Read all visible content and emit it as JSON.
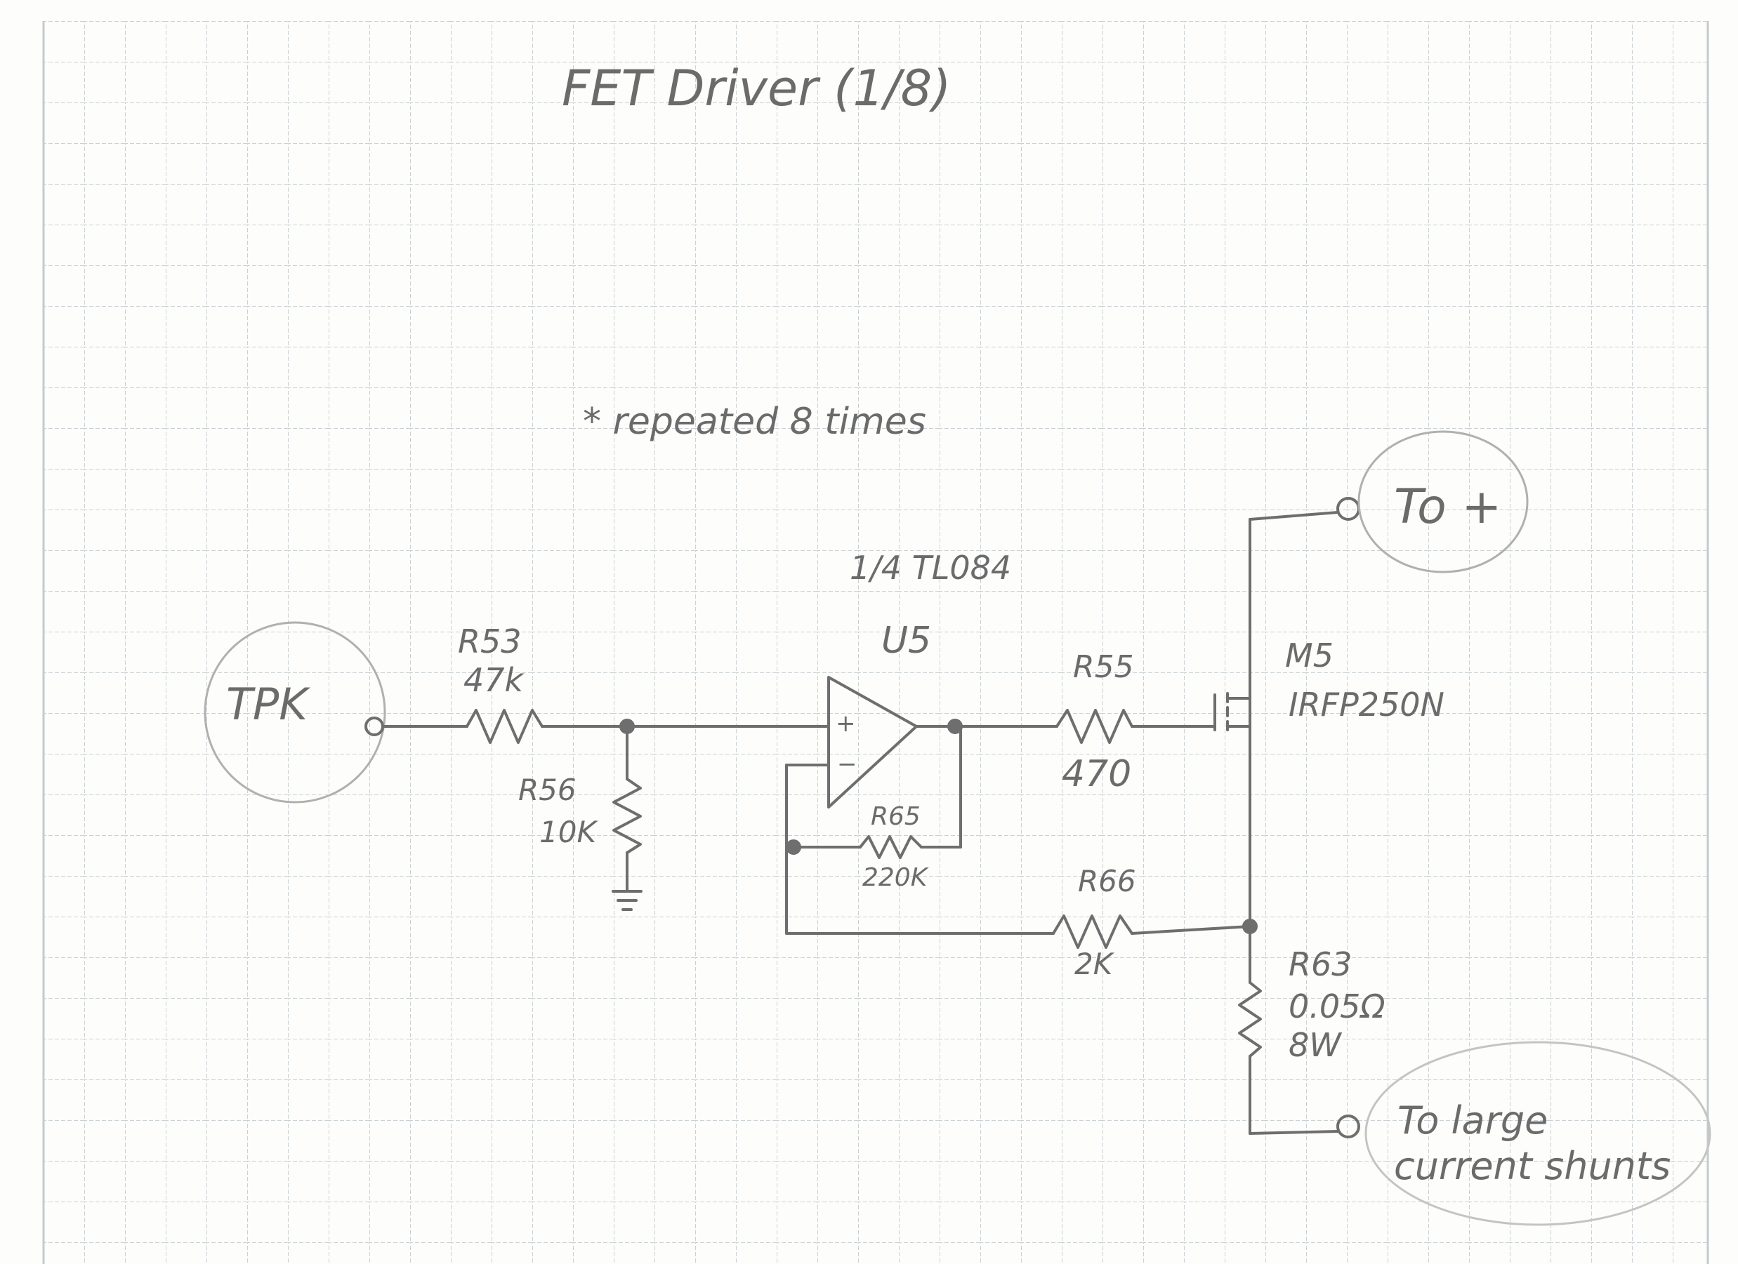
{
  "title": "FET Driver (1/8)",
  "note": "* repeated 8 times",
  "input": {
    "label": "TPK"
  },
  "resistors": [
    {
      "ref": "R53",
      "value": "47k"
    },
    {
      "ref": "R56",
      "value": "10K"
    },
    {
      "ref": "R65",
      "value": "220K"
    },
    {
      "ref": "R55",
      "value": "470"
    },
    {
      "ref": "R66",
      "value": "2K"
    },
    {
      "ref": "R63",
      "value": "0.05Ω",
      "rating": "8W"
    }
  ],
  "opamp": {
    "part": "1/4 TL084",
    "ref": "U5",
    "plus": "+",
    "minus": "−"
  },
  "mosfet": {
    "ref": "M5",
    "part": "IRFP250N"
  },
  "outputs": {
    "top": "To +",
    "bottom_line1": "To large",
    "bottom_line2": "current shunts"
  },
  "colors": {
    "pencil": "#6e6e6e",
    "grid": "#c9cfd3",
    "paper": "#fdfdfb"
  }
}
